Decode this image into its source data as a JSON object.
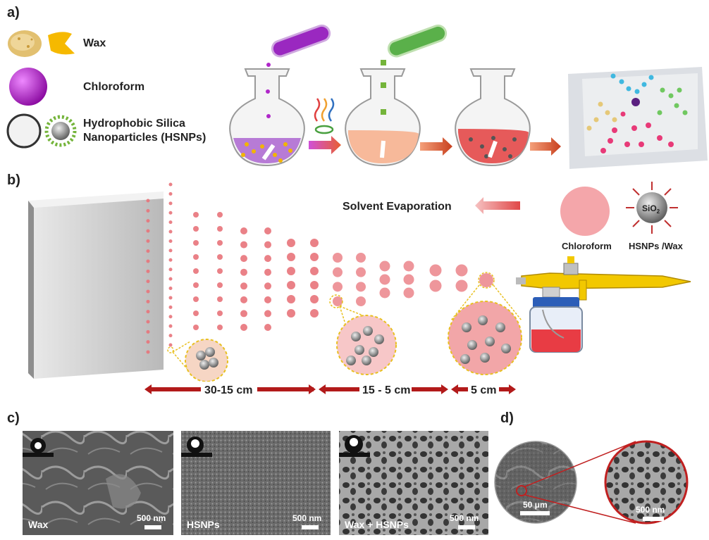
{
  "panels": {
    "a": "a)",
    "b": "b)",
    "c": "c)",
    "d": "d)"
  },
  "legend_a": {
    "wax": "Wax",
    "chloroform": "Chloroform",
    "hsnps_line1": "Hydrophobic Silica",
    "hsnps_line2": "Nanoparticles (HSNPs)"
  },
  "panel_b": {
    "solvent_evaporation": "Solvent Evaporation",
    "chloroform": "Chloroform",
    "hsnps_wax": "HSNPs /Wax",
    "sio2": "SiO",
    "sio2_sub": "2",
    "distances": [
      "30-15 cm",
      "15 - 5 cm",
      "5 cm"
    ]
  },
  "panel_c": {
    "images": [
      {
        "label": "Wax",
        "scale": "500 nm"
      },
      {
        "label": "HSNPs",
        "scale": "500 nm"
      },
      {
        "label": "Wax + HSNPs",
        "scale": "500 nm"
      }
    ]
  },
  "panel_d": {
    "scale_left": "50 μm",
    "scale_right": "500 nm"
  },
  "colors": {
    "wax": "#f2b400",
    "chloroform": "#b027c9",
    "droplet": "#e8737a",
    "arrow": "#b21a1a",
    "yellow_dash": "#e8c020"
  }
}
